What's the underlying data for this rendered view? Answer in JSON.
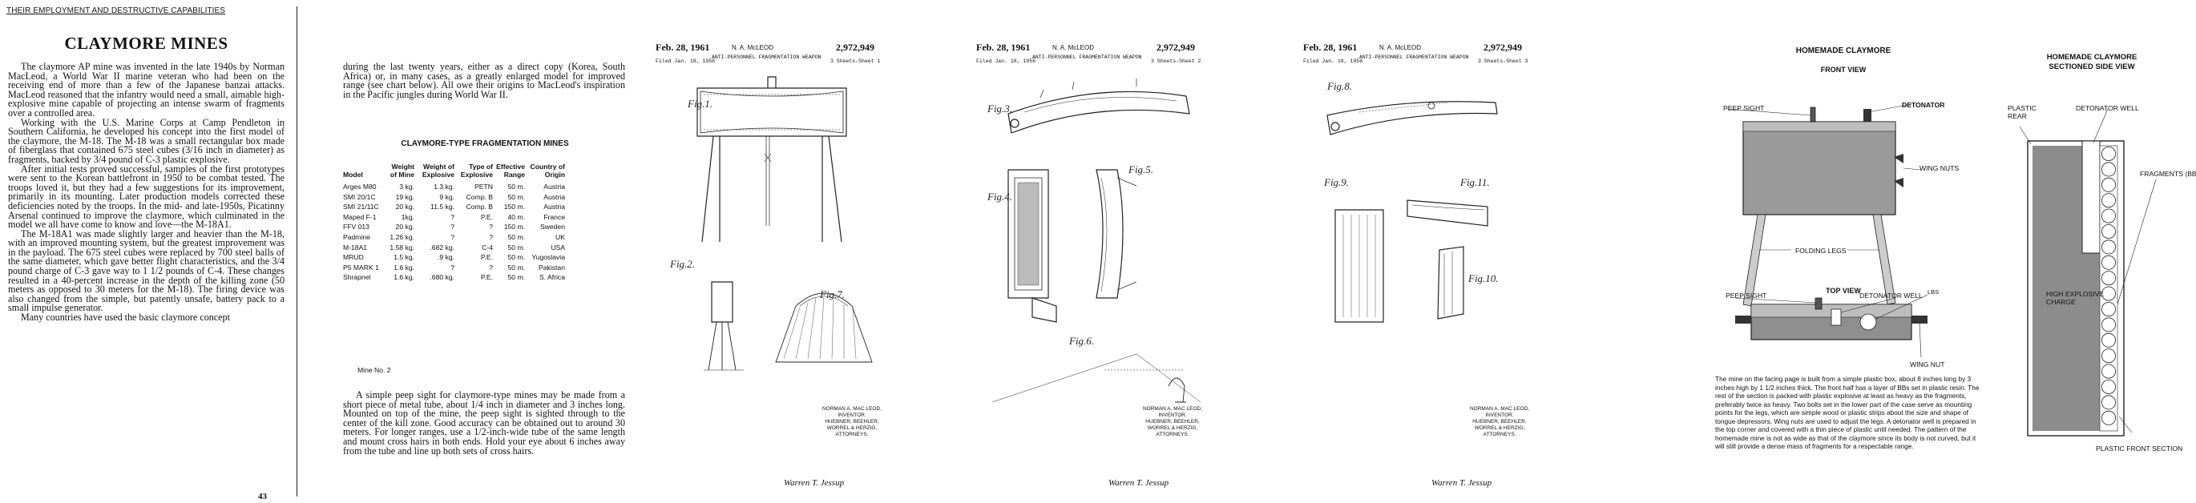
{
  "page1": {
    "running_head": "THEIR EMPLOYMENT AND DESTRUCTIVE CAPABILITIES",
    "title": "CLAYMORE MINES",
    "paragraphs": [
      "The claymore AP mine was invented in the late 1940s by Norman MacLeod, a World War II marine veteran who had been on the receiving end of more than a few of the Japanese banzai attacks. MacLeod reasoned that the infantry would need a small, aimable high-explosive mine capable of projecting an intense swarm of fragments over a controlled area.",
      "Working with the U.S. Marine Corps at Camp Pendleton in Southern California, he developed his concept into the first model of the claymore, the M-18. The M-18 was a small rectangular box made of fiberglass that contained 675 steel cubes (3/16 inch in diameter) as fragments, backed by 3/4 pound of C-3 plastic explosive.",
      "After initial tests proved successful, samples of the first prototypes were sent to the Korean battlefront in 1950 to be combat tested. The troops loved it, but they had a few suggestions for its improvement, primarily in its mounting. Later production models corrected these deficiencies noted by the troops. In the mid- and late-1950s, Picatinny Arsenal continued to improve the claymore, which culminated in the model we all have come to know and love—the M-18A1.",
      "The M-18A1 was made slightly larger and heavier than the M-18, with an improved mounting system, but the greatest improvement was in the payload. The 675 steel cubes were replaced by 700 steel balls of the same diameter, which gave better flight characteristics, and the 3/4 pound charge of C-3 gave way to 1 1/2 pounds of C-4. These changes resulted in a 40-percent increase in the depth of the killing zone (50 meters as opposed to 30 meters for the M-18). The firing device was also changed from the simple, but patently unsafe, battery pack to a small impulse generator.",
      "Many countries have used the basic claymore concept"
    ],
    "page_number": "43"
  },
  "page2": {
    "intro": "during the last twenty years, either as a direct copy (Korea, South Africa) or, in many cases, as a greatly enlarged model for improved range (see chart below). All owe their origins to MacLeod's inspiration in the Pacific jungles during World War II.",
    "table_title": "CLAYMORE-TYPE FRAGMENTATION MINES",
    "columns": [
      "Model",
      "Weight of Mine",
      "Weight of Explosive",
      "Type of Explosive",
      "Effective Range",
      "Country of Origin"
    ],
    "rows": [
      [
        "Arges M80",
        "3 kg.",
        "1.3 kg.",
        "PETN",
        "50 m.",
        "Austria"
      ],
      [
        "SMI 20/1C",
        "19 kg.",
        "9 kg.",
        "Comp. B",
        "50 m.",
        "Austria"
      ],
      [
        "SMI 21/11C",
        "20 kg.",
        "11.5 kg.",
        "Comp. B",
        "150 m.",
        "Austria"
      ],
      [
        "Maped F-1",
        "1kg.",
        "?",
        "P.E.",
        "40 m.",
        "France"
      ],
      [
        "FFV 013",
        "20 kg.",
        "?",
        "?",
        "150 m.",
        "Sweden"
      ],
      [
        "Padmine",
        "1.26 kg.",
        "?",
        "?",
        "50 m.",
        "UK"
      ],
      [
        "M-18A1",
        "1.58 kg.",
        ".682 kg.",
        "C-4",
        "50 m.",
        "USA"
      ],
      [
        "MRUD",
        "1.5 kg.",
        ".9 kg.",
        "P.E.",
        "50 m.",
        "Yugoslavia"
      ],
      [
        "P5 MARK 1",
        "1.6 kg.",
        "?",
        "?",
        "50 m.",
        "Pakistan"
      ],
      [
        "Shrapnel",
        "1.6 kg.",
        ".680 kg.",
        "P.E.",
        "50 m.",
        "S. Africa"
      ]
    ],
    "table_note": "Mine No. 2",
    "paragraph": "A simple peep sight for claymore-type mines may be made from a short piece of metal tube, about 1/4 inch in diameter and 3 inches long. Mounted on top of the mine, the peep sight is sighted through to the center of the kill zone. Good accuracy can be obtained out to around 30 meters. For longer ranges, use a 1/2-inch-wide tube of the same length and mount cross hairs in both ends. Hold your eye about 6 inches away from the tube and line up both sets of cross hairs."
  },
  "patents": [
    {
      "date": "Feb. 28, 1961",
      "inventor": "N. A. McLEOD",
      "number": "2,972,949",
      "filed": "Filed Jan. 18, 1956",
      "weapon": "ANTI-PERSONNEL FRAGMENTATION WEAPON",
      "sheets": "3 Sheets-Sheet 1",
      "figs": [
        "Fig.1.",
        "Fig.2.",
        "Fig.7."
      ],
      "signature_lines": [
        "NORMAN A. MAC LEOD,",
        "INVENTOR.",
        "HUEBNER, BEEHLER,",
        "WORREL & HERZIG,",
        "ATTORNEYS."
      ],
      "signed": "Warren T. Jessup"
    },
    {
      "date": "Feb. 28, 1961",
      "inventor": "N. A. McLEOD",
      "number": "2,972,949",
      "filed": "Filed Jan. 18, 1956",
      "weapon": "ANTI-PERSONNEL FRAGMENTATION WEAPON",
      "sheets": "3 Sheets-Sheet 2",
      "figs": [
        "Fig.3.",
        "Fig.4.",
        "Fig.5.",
        "Fig.6."
      ],
      "signature_lines": [
        "NORMAN A. MAC LEOD,",
        "INVENTOR.",
        "HUEBNER, BEEHLER,",
        "WORREL & HERZIG,",
        "ATTORNEYS."
      ],
      "signed": "Warren T. Jessup"
    },
    {
      "date": "Feb. 28, 1961",
      "inventor": "N. A. McLEOD",
      "number": "2,972,949",
      "filed": "Filed Jan. 18, 1956",
      "weapon": "ANTI-PERSONNEL FRAGMENTATION WEAPON",
      "sheets": "3 Sheets-Sheet 3",
      "figs": [
        "Fig.8.",
        "Fig.9.",
        "Fig.11.",
        "Fig.10."
      ],
      "signature_lines": [
        "NORMAN A. MAC LEOD,",
        "INVENTOR.",
        "HUEBNER, BEEHLER,",
        "WORREL & HERZIG,",
        "ATTORNEYS."
      ],
      "signed": "Warren T. Jessup"
    }
  ],
  "homemade": {
    "title": "HOMEMADE CLAYMORE",
    "front_view": "FRONT VIEW",
    "top_view": "TOP VIEW",
    "labels": {
      "peep_sight": "PEEP SIGHT",
      "detonator": "DETONATOR",
      "wing_nuts": "WING NUTS",
      "folding_legs": "FOLDING LEGS",
      "detonator_well": "DETONATOR WELL",
      "lbs": "LBS",
      "wing_nut": "WING NUT"
    },
    "caption": "The mine on the facing page is built from a simple plastic box, about 8 inches long by 3 inches high by 1 1/2 inches thick. The front half has a layer of BBs set in plastic resin. The rest of the section is packed with plastic explosive at least as heavy as the fragments, preferably twice as heavy. Two bolts set in the lower part of the case serve as mounting points for the legs, which are simple wood or plastic strips about the size and shape of tongue depressors. Wing nuts are used to adjust the legs. A detonator well is prepared in the top corner and covered with a thin piece of plastic until needed. The pattern of the homemade mine is not as wide as that of the claymore since its body is not curved, but it will still provide a dense mass of fragments for a respectable range.",
    "sectioned": {
      "title_1": "HOMEMADE CLAYMORE",
      "title_2": "SECTIONED SIDE VIEW",
      "plastic_rear_1": "PLASTIC",
      "plastic_rear_2": "REAR",
      "detonator_well": "DETONATOR WELL",
      "fragments": "FRAGMENTS (BBs)",
      "charge_1": "HIGH EXPLOSIVE",
      "charge_2": "CHARGE",
      "front_section": "PLASTIC FRONT SECTION"
    }
  }
}
